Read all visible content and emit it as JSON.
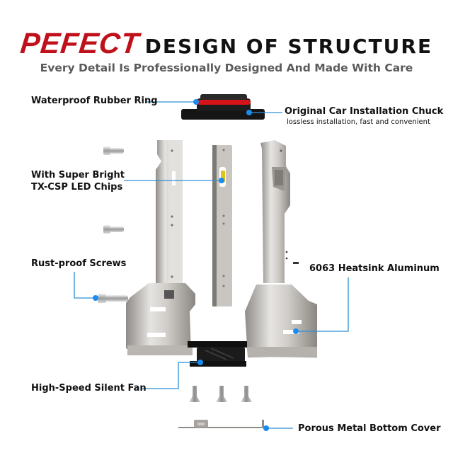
{
  "header": {
    "title_highlight": "PEFECT",
    "title_rest": "DESIGN OF STRUCTURE",
    "subtitle": "Every Detail Is Professionally Designed And Made With Care"
  },
  "callouts": {
    "rubber_ring": "Waterproof Rubber Ring",
    "chuck": "Original Car Installation Chuck",
    "chuck_sub": "lossless installation, fast and convenient",
    "led_line1": "With Super Bright",
    "led_line2": "TX-CSP LED Chips",
    "screws": "Rust-proof Screws",
    "heatsink": "6063 Heatsink Aluminum",
    "fan": "High-Speed Silent Fan",
    "bottom_cover": "Porous Metal Bottom Cover"
  },
  "colors": {
    "accent_red": "#c0111b",
    "callout_blue": "#2d8fd6",
    "dot_blue": "#1a8cf0",
    "metal": "#c9c7c4",
    "dark": "#1a1a1a",
    "led_yellow": "#e2c21c"
  }
}
